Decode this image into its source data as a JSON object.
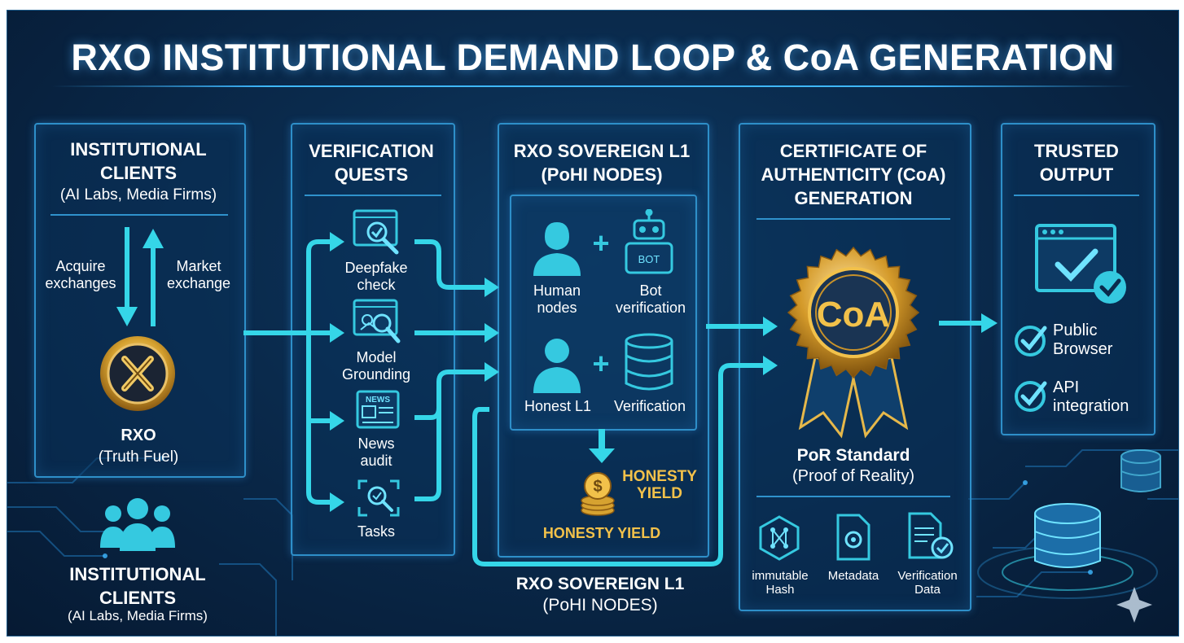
{
  "title": "RXO INSTITUTIONAL DEMAND LOOP & CoA GENERATION",
  "clients_panel": {
    "heading_1": "INSTITUTIONAL",
    "heading_2": "CLIENTS",
    "sub": "(AI Labs, Media Firms)",
    "left_label_1": "Acquire",
    "left_label_2": "exchanges",
    "right_label_1": "Market",
    "right_label_2": "exchange",
    "token_name": "RXO",
    "token_sub": "(Truth Fuel)"
  },
  "bottom_clients": {
    "heading_1": "INSTITUTIONAL",
    "heading_2": "CLIENTS",
    "sub": "(AI Labs, Media Firms)"
  },
  "quests_panel": {
    "heading_1": "VERIFICATION",
    "heading_2": "QUESTS",
    "items": [
      {
        "line1": "Deepfake",
        "line2": "check",
        "icon": "deepfake-check-icon"
      },
      {
        "line1": "Model",
        "line2": "Grounding",
        "icon": "model-grounding-icon"
      },
      {
        "line1": "News",
        "line2": "audit",
        "icon": "news-audit-icon"
      },
      {
        "line1": "Tasks",
        "line2": "",
        "icon": "tasks-icon"
      }
    ],
    "news_icon_text": "NEWS"
  },
  "l1_panel": {
    "heading_1": "RXO SOVEREIGN L1",
    "heading_2": "(PoHI NODES)",
    "human_1": "Human",
    "human_2": "nodes",
    "bot_1": "Bot",
    "bot_2": "verification",
    "bot_icon_text": "BOT",
    "honest": "Honest L1",
    "verification": "Verification",
    "plus": "+",
    "yield_1": "HONESTY",
    "yield_2": "YIELD",
    "yield_bottom": "HONESTY YIELD"
  },
  "below_l1": {
    "line1": "RXO SOVEREIGN L1",
    "line2": "(PoHI NODES)"
  },
  "coa_panel": {
    "heading_1": "CERTIFICATE OF",
    "heading_2": "AUTHENTICITY (CoA)",
    "heading_3": "GENERATION",
    "seal_text": "CoA",
    "standard": "PoR Standard",
    "standard_sub": "(Proof of Reality)",
    "items": [
      {
        "line1": "immutable",
        "line2": "Hash",
        "icon": "hash-icon"
      },
      {
        "line1": "Metadata",
        "line2": "",
        "icon": "metadata-icon"
      },
      {
        "line1": "Verification",
        "line2": "Data",
        "icon": "verification-data-icon"
      }
    ]
  },
  "output_panel": {
    "heading_1": "TRUSTED",
    "heading_2": "OUTPUT",
    "items": [
      {
        "line1": "Public",
        "line2": "Browser"
      },
      {
        "line1": "API",
        "line2": "integration"
      }
    ]
  },
  "colors": {
    "background": "#0a2a4c",
    "panel_border": "#2e8fc9",
    "arrow": "#35d6e8",
    "icon": "#35c9e0",
    "gold": "#f2c14a"
  }
}
